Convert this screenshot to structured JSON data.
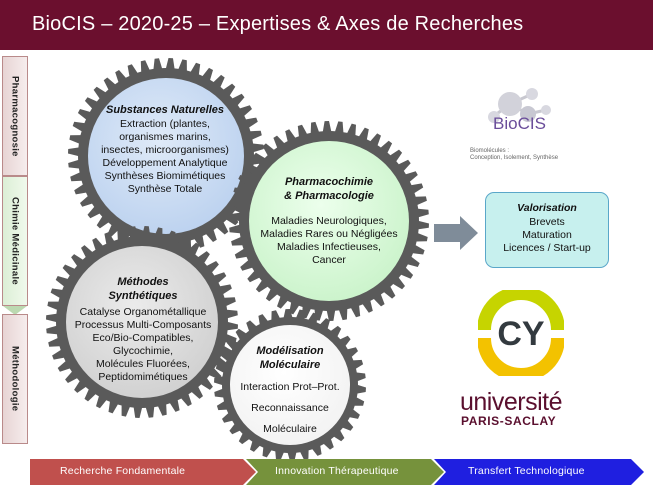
{
  "header": {
    "title": "BioCIS – 2020-25 – Expertises & Axes de Recherches"
  },
  "sidebar": {
    "tabs": [
      {
        "label": "Pharmacognosie",
        "color": "#e7d4d4"
      },
      {
        "label": "Chimie Médicinale",
        "color": "#dcefd6"
      },
      {
        "label": "Méthodologie",
        "color": "#e7d4d4"
      }
    ]
  },
  "circles": {
    "substances": {
      "title": [
        "Substances Naturelles"
      ],
      "lines": [
        "Extraction (plantes,",
        "organismes marins,",
        "insectes, microorganismes)",
        "Développement Analytique",
        "Synthèses Biomimétiques",
        "Synthèse Totale"
      ],
      "color": "#cfe0f5"
    },
    "pharmaco": {
      "title": [
        "Pharmacochimie",
        "& Pharmacologie"
      ],
      "lines": [
        "Maladies Neurologiques,",
        "Maladies Rares ou Négligées",
        "Maladies Infectieuses,",
        "Cancer"
      ],
      "color": "#dcfadc"
    },
    "methodes": {
      "title": [
        "Méthodes",
        "Synthétiques"
      ],
      "lines": [
        "Catalyse Organométallique",
        "Processus Multi-Composants",
        "Eco/Bio-Compatibles,",
        "Glycochimie,",
        "Molécules Fluorées,",
        "Peptidomimétiques"
      ],
      "color": "#dcdcdc"
    },
    "modelisation": {
      "title": [
        "Modélisation",
        "Moléculaire"
      ],
      "lines": [
        "Interaction Prot–Prot.",
        "Reconnaissance",
        "Moléculaire"
      ],
      "color": "#ffffff"
    }
  },
  "valorisation": {
    "title": "Valorisation",
    "lines": [
      "Brevets",
      "Maturation",
      "Licences / Start-up"
    ]
  },
  "logos": {
    "biocis": {
      "name": "BioCIS",
      "sub1": "Biomolécules :",
      "sub2": "Conception, Isolement, Synthèse"
    },
    "cy": {
      "text": "CY"
    },
    "universite": {
      "name": "université",
      "sub": "PARIS-SACLAY"
    }
  },
  "footer": {
    "stages": [
      {
        "label": "Recherche Fondamentale",
        "color": "#c0504d"
      },
      {
        "label": "Innovation Thérapeutique",
        "color": "#76923c"
      },
      {
        "label": "Transfert Technologique",
        "color": "#1f1fe0"
      }
    ]
  },
  "colors": {
    "title_bar": "#6b0f2e",
    "gear": "#5a5a5a",
    "arrow": "#7f8c99"
  }
}
